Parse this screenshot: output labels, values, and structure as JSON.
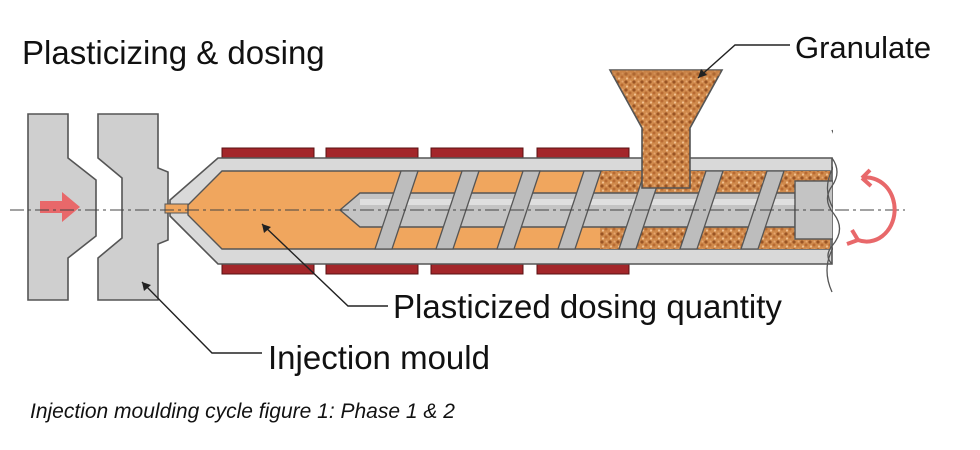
{
  "title": "Plasticizing & dosing",
  "labels": {
    "granulate": "Granulate",
    "dosing_quantity": "Plasticized dosing quantity",
    "injection_mould": "Injection mould"
  },
  "caption": "Injection moulding cycle figure 1: Phase 1 & 2",
  "colors": {
    "mould_gray": "#cfcfcf",
    "steel_gray": "#d9d9d9",
    "heater_red": "#a3262a",
    "melt_orange": "#f0a65e",
    "granulate_brown": "#c07a40",
    "arrow_red": "#e8686a",
    "rotation_arrow": "#e8686a"
  },
  "icons": {
    "flow_arrow": "right-arrow-icon",
    "rotation": "rotate-arrow-icon"
  }
}
